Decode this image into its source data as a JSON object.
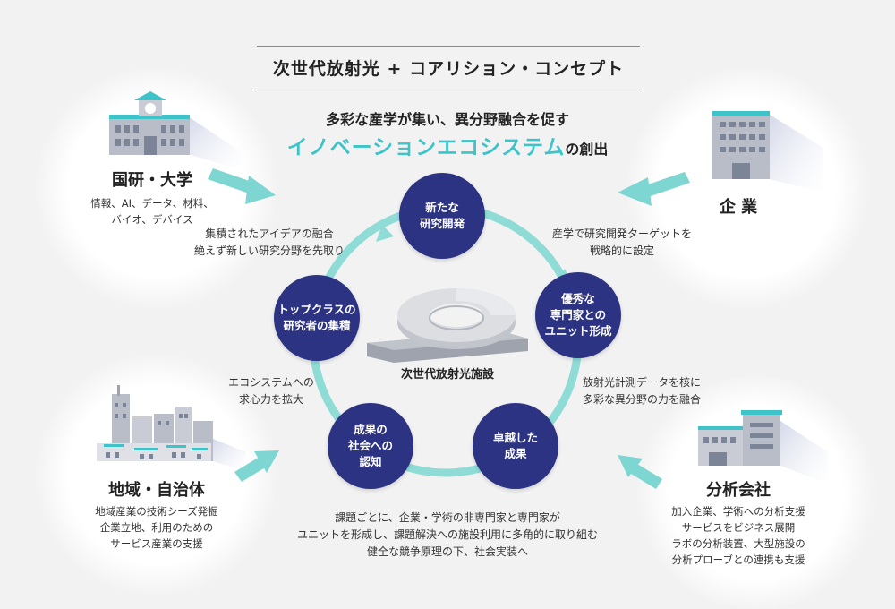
{
  "header": {
    "title": "次世代放射光 + コアリション・コンセプト",
    "subtitle_line1": "多彩な産学が集い、異分野融合を促す",
    "subtitle_highlight": "イノベーションエコシステム",
    "subtitle_suffix": "の創出"
  },
  "center": {
    "facility_label": "次世代放射光施設"
  },
  "cycle_nodes": [
    {
      "label": "新たな\n研究開発"
    },
    {
      "label": "優秀な\n専門家との\nユニット形成"
    },
    {
      "label": "卓越した\n成果"
    },
    {
      "label": "成果の\n社会への\n認知"
    },
    {
      "label": "トップクラスの\n研究者の集積"
    }
  ],
  "cycle_captions": [
    {
      "text": "産学で研究開発ターゲットを\n戦略的に設定"
    },
    {
      "text": "放射光計測データを核に\n多彩な異分野の力を融合"
    },
    {
      "text": "課題ごとに、企業・学術の非専門家と専門家が\nユニットを形成し、課題解決への施設利用に多角的に取り組む\n健全な競争原理の下、社会実装へ"
    },
    {
      "text": "エコシステムへの\n求心力を拡大"
    },
    {
      "text": "集積されたアイデアの融合\n絶えず新しい研究分野を先取り"
    }
  ],
  "entities": [
    {
      "name": "国研・大学",
      "desc": "情報、AI、データ、材料、\nバイオ、デバイス",
      "icon": "university-building-icon"
    },
    {
      "name": "企 業",
      "desc": "",
      "icon": "office-building-icon"
    },
    {
      "name": "地域・自治体",
      "desc": "地域産業の技術シーズ発掘\n企業立地、利用のための\nサービス産業の支援",
      "icon": "city-skyline-icon"
    },
    {
      "name": "分析会社",
      "desc": "加入企業、学術への分析支援\nサービスをビジネス展開\nラボの分析装置、大型施設の\n分析プローブとの連携も支援",
      "icon": "factory-building-icon"
    }
  ],
  "colors": {
    "navy": "#2c3382",
    "teal": "#7dd6d1",
    "accent": "#3ec3c8",
    "background": "#f2f2f3"
  }
}
